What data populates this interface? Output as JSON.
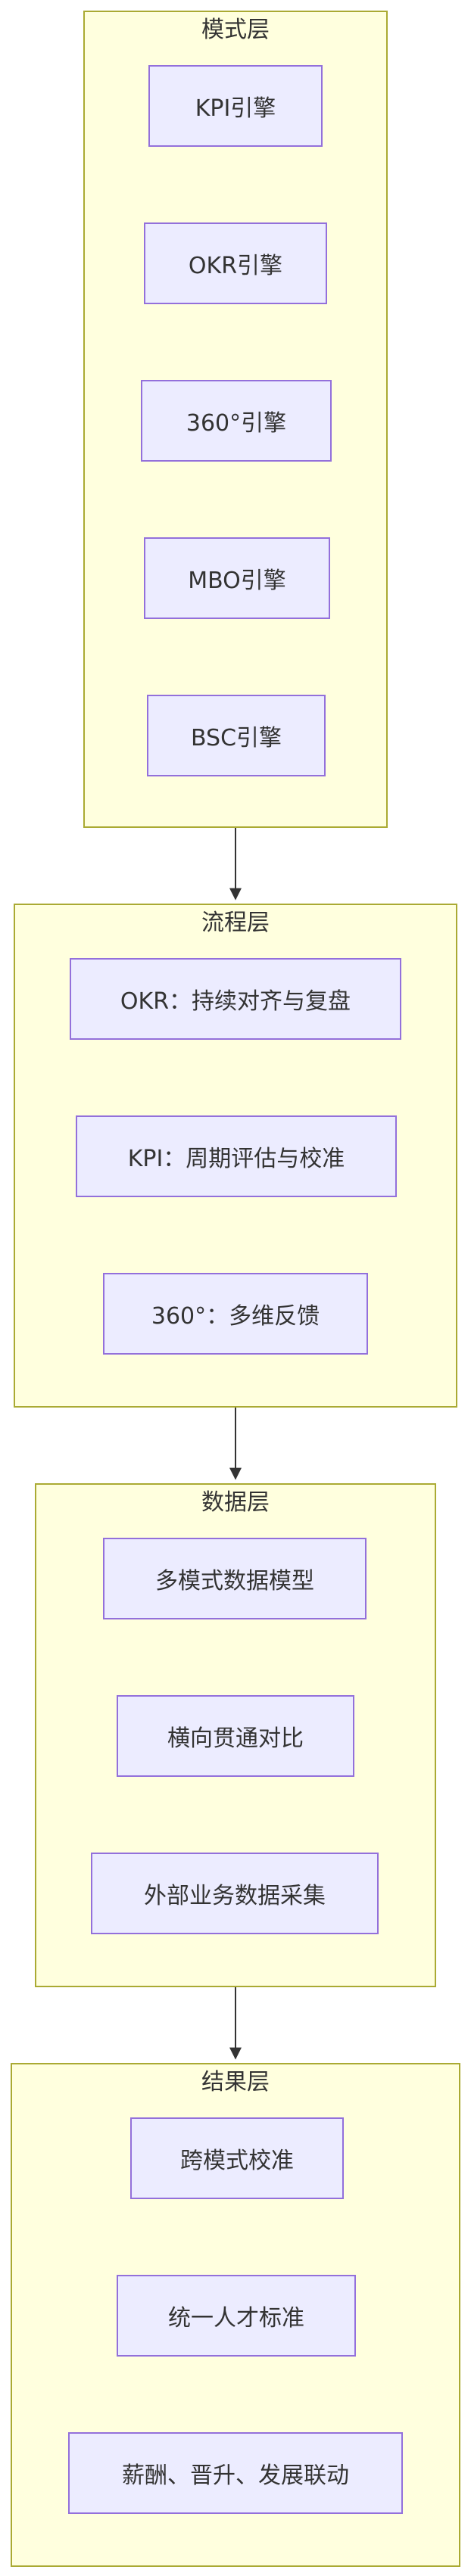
{
  "layers": [
    {
      "title": "模式层",
      "nodes": [
        "KPI引擎",
        "OKR引擎",
        "360°引擎",
        "MBO引擎",
        "BSC引擎"
      ]
    },
    {
      "title": "流程层",
      "nodes": [
        "OKR：持续对齐与复盘",
        "KPI：周期评估与校准",
        "360°：多维反馈"
      ]
    },
    {
      "title": "数据层",
      "nodes": [
        "多模式数据模型",
        "横向贯通对比",
        "外部业务数据采集"
      ]
    },
    {
      "title": "结果层",
      "nodes": [
        "跨模式校准",
        "统一人才标准",
        "薪酬、晋升、发展联动"
      ]
    }
  ],
  "colors": {
    "cluster_fill": "#ffffde",
    "cluster_stroke": "#aaaa33",
    "node_fill": "#ececff",
    "node_stroke": "#9370db",
    "edge": "#333333"
  }
}
